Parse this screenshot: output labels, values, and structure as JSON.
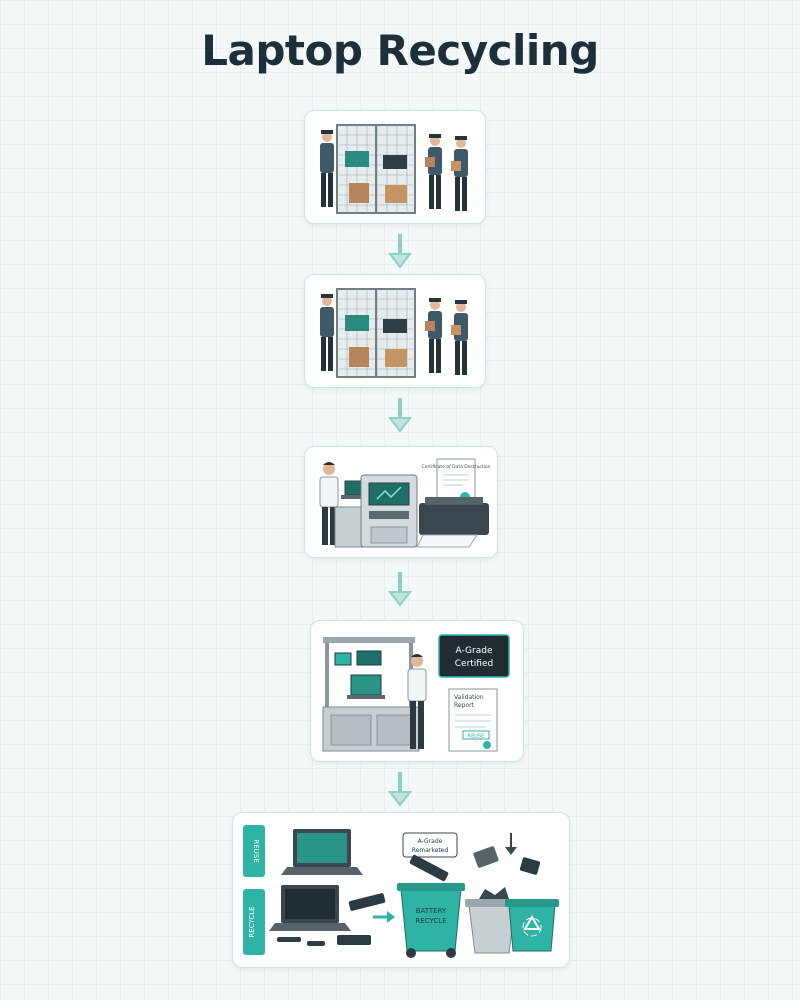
{
  "title": "Laptop Recycling",
  "steps": [
    {
      "name": "secure-intake-cage"
    },
    {
      "name": "secure-storage-cage"
    },
    {
      "name": "data-wipe-station",
      "certificate_text": "Certificate of Data Destruction"
    },
    {
      "name": "grading-station",
      "badge_line1": "A-Grade",
      "badge_line2": "Certified",
      "report_line1": "Validation",
      "report_line2": "Report",
      "stamp_text": "REUSE"
    },
    {
      "name": "reuse-or-recycle",
      "reuse_tab": "REUSE",
      "recycle_tab": "RECYCLE",
      "grade_line1": "A-Grade",
      "grade_line2": "Remarketed",
      "bin_line1": "BATTERY",
      "bin_line2": "RECYCLE"
    }
  ],
  "colors": {
    "teal": "#2fb3a5",
    "dark": "#1f3a44",
    "card_border": "#c9e6e4",
    "arrow": "#8fd0c6"
  }
}
